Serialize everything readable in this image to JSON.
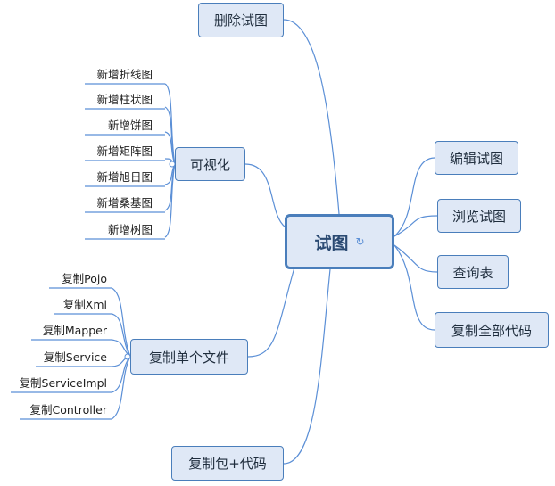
{
  "center": {
    "label": "试图",
    "icon": "refresh-icon"
  },
  "right_nodes": [
    "编辑试图",
    "浏览试图",
    "查询表",
    "复制全部代码"
  ],
  "left_top": "删除试图",
  "visualize": {
    "label": "可视化",
    "children": [
      "新增折线图",
      "新增柱状图",
      "新增饼图",
      "新增矩阵图",
      "新增旭日图",
      "新增桑基图",
      "新增树图"
    ]
  },
  "copy_single": {
    "label": "复制单个文件",
    "children": [
      "复制Pojo",
      "复制Xml",
      "复制Mapper",
      "复制Service",
      "复制ServiceImpl",
      "复制Controller"
    ]
  },
  "left_bottom": "复制包+代码",
  "colors": {
    "line": "#5b8fd6",
    "node_fill": "#dfe8f6",
    "node_border": "#4a7ebb"
  }
}
